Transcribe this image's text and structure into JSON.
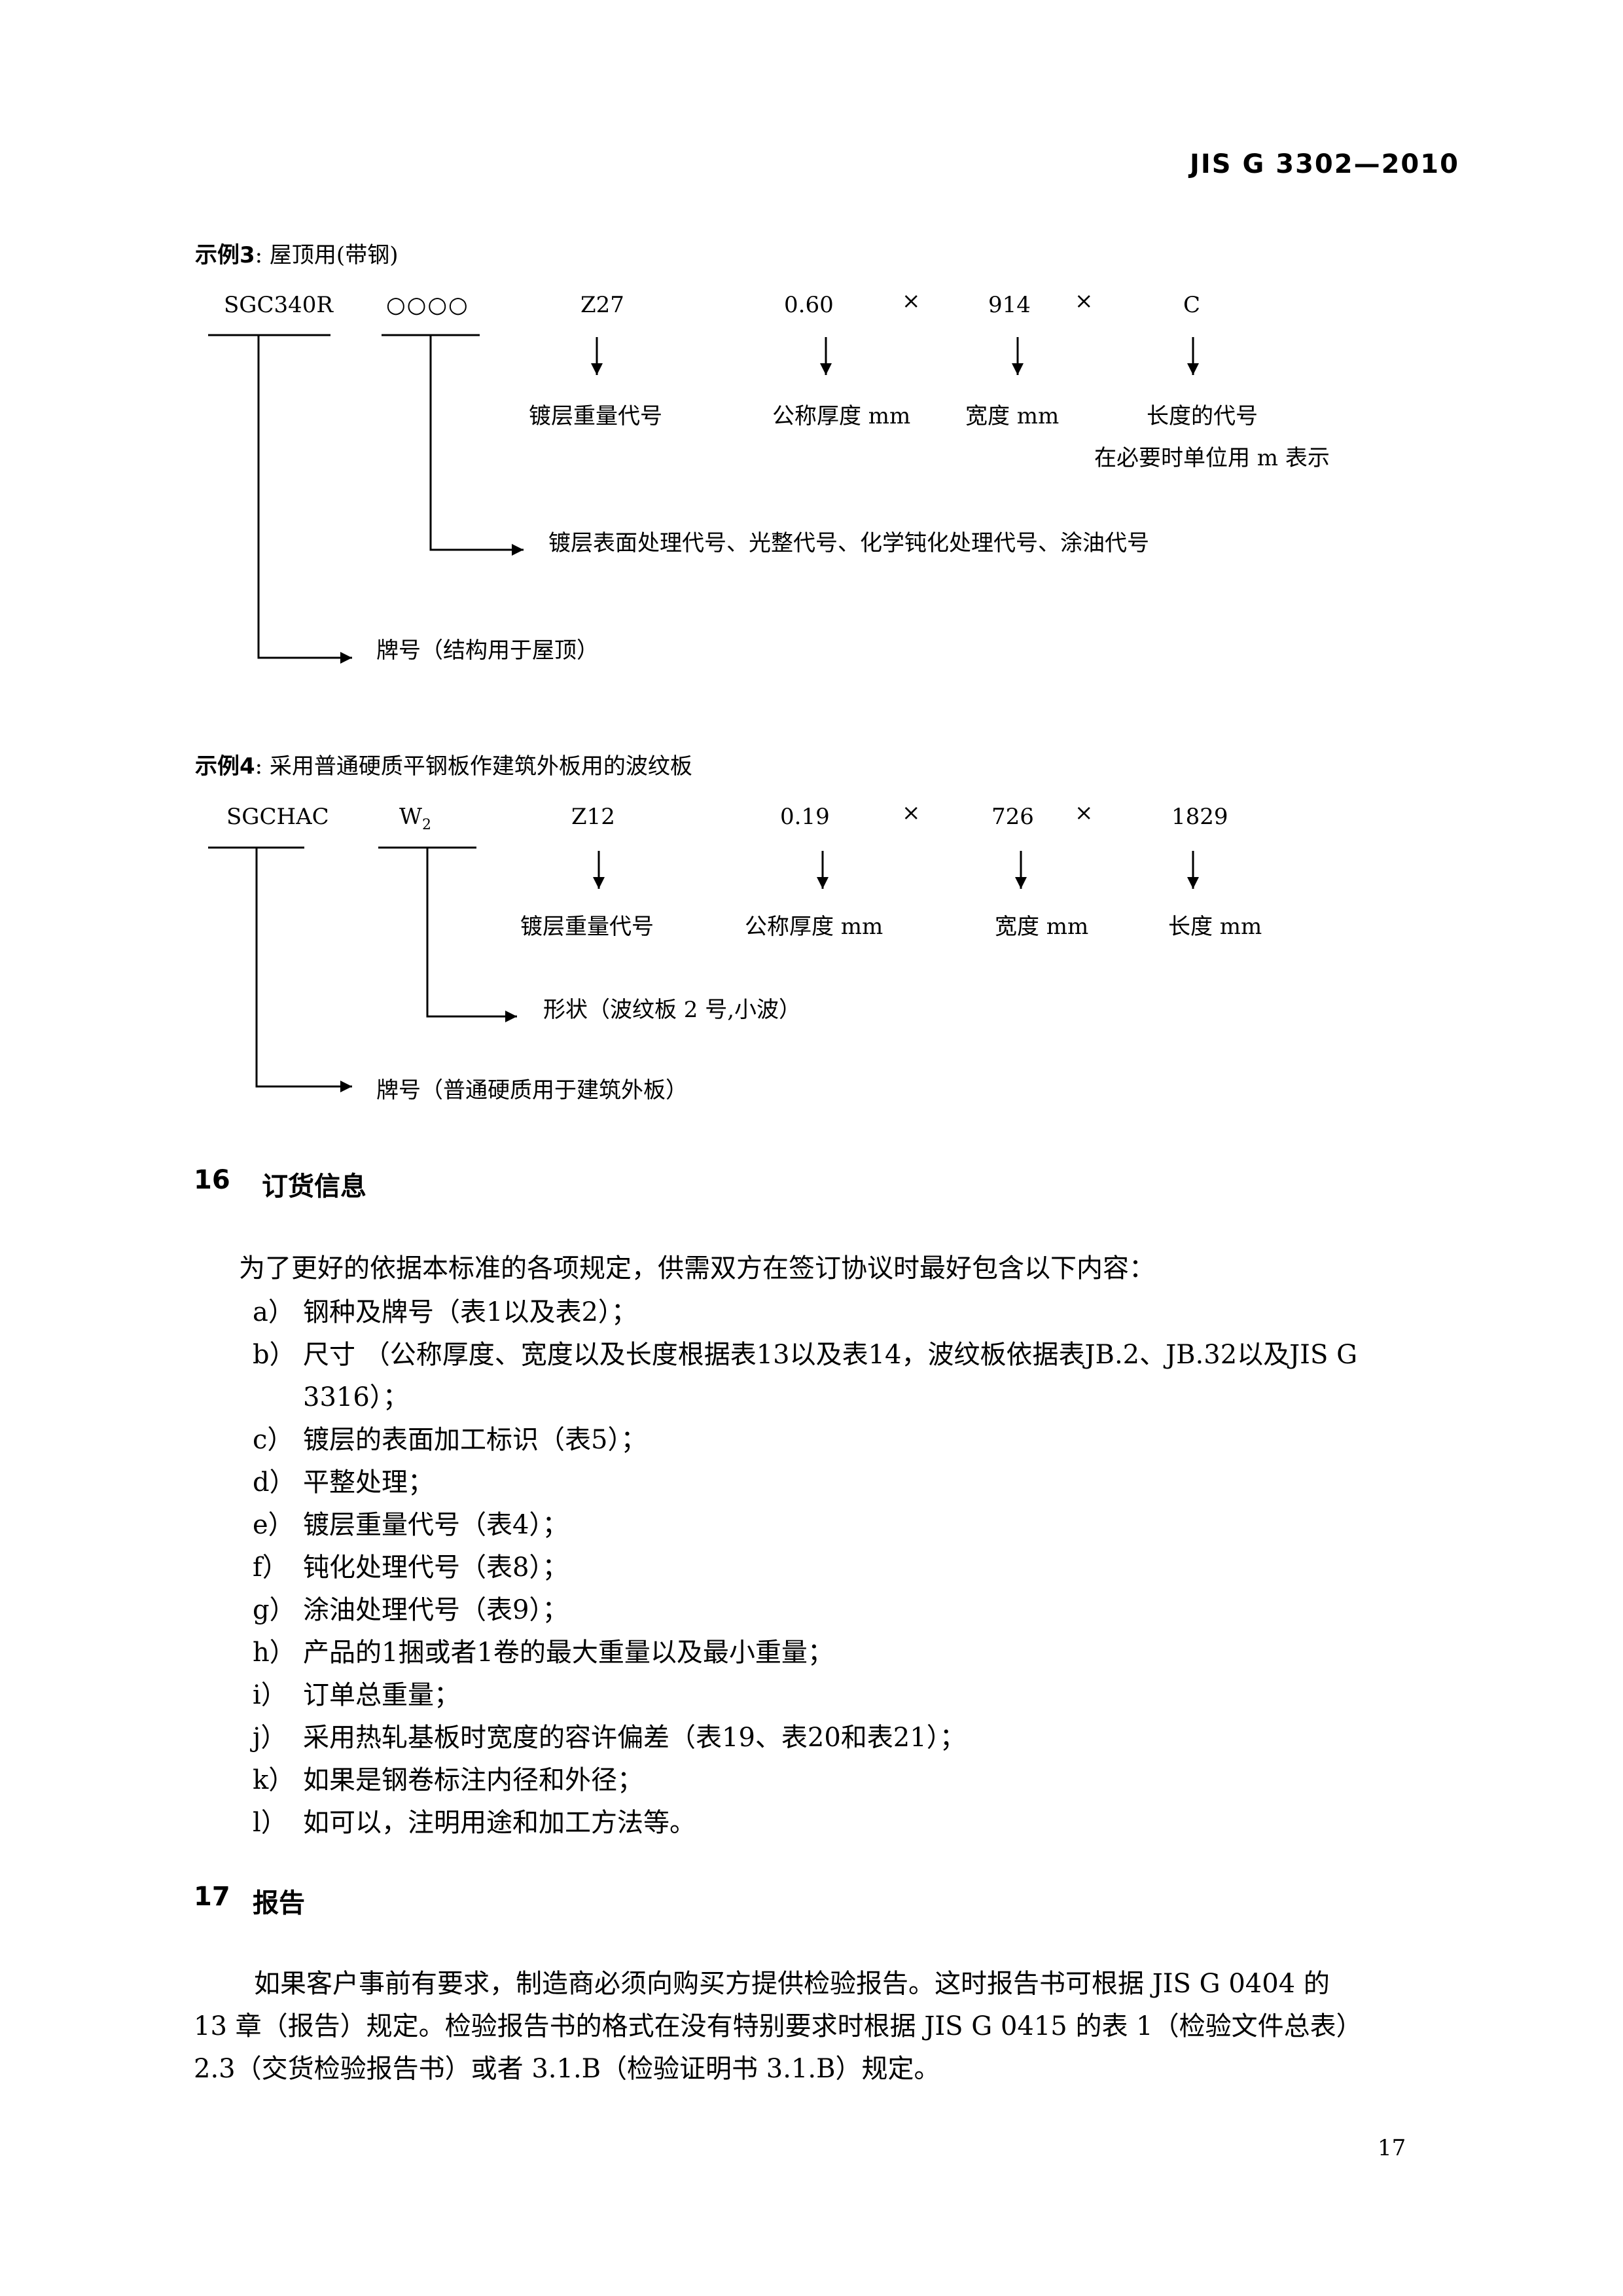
{
  "header": {
    "standard": "JIS G 3302—2010"
  },
  "example3": {
    "title_bold": "示例3",
    "title_rest": ": 屋顶用(带钢)",
    "codes": {
      "grade": "SGC340R",
      "surface": "○○○○",
      "coating": "Z27",
      "thickness": "0.60",
      "times1": "×",
      "width": "914",
      "times2": "×",
      "length": "C"
    },
    "labels": {
      "coating": "镀层重量代号",
      "thickness": "公称厚度 mm",
      "width": "宽度 mm",
      "length": "长度的代号",
      "length_note": "在必要时单位用 m 表示",
      "surface": "镀层表面处理代号、光整代号、化学钝化处理代号、涂油代号",
      "grade": "牌号（结构用于屋顶）"
    }
  },
  "example4": {
    "title_bold": "示例4",
    "title_rest": ": 采用普通硬质平钢板作建筑外板用的波纹板",
    "codes": {
      "grade": "SGCHAC",
      "shape": "W",
      "shape_sub": "2",
      "coating": "Z12",
      "thickness": "0.19",
      "times1": "×",
      "width": "726",
      "times2": "×",
      "length": "1829"
    },
    "labels": {
      "coating": "镀层重量代号",
      "thickness": "公称厚度 mm",
      "width": "宽度 mm",
      "length": "长度 mm",
      "shape": "形状（波纹板 2 号,小波）",
      "grade": "牌号（普通硬质用于建筑外板）"
    }
  },
  "section16": {
    "number": "16",
    "title": "订货信息",
    "intro": "为了更好的依据本标准的各项规定，供需双方在签订协议时最好包含以下内容：",
    "items": [
      {
        "marker": "a）",
        "text": "钢种及牌号（表1以及表2）；"
      },
      {
        "marker": "b）",
        "text": "尺寸 （公称厚度、宽度以及长度根据表13以及表14，波纹板依据表JB.2、JB.32以及JIS G",
        "cont": "3316）；"
      },
      {
        "marker": "c）",
        "text": "镀层的表面加工标识（表5）；"
      },
      {
        "marker": "d）",
        "text": "平整处理；"
      },
      {
        "marker": "e）",
        "text": "镀层重量代号（表4）；"
      },
      {
        "marker": "f）",
        "text": "钝化处理代号（表8）；"
      },
      {
        "marker": "g）",
        "text": "涂油处理代号（表9）；"
      },
      {
        "marker": "h）",
        "text": "产品的1捆或者1卷的最大重量以及最小重量；"
      },
      {
        "marker": "i）",
        "text": "订单总重量；"
      },
      {
        "marker": "j）",
        "text": "采用热轧基板时宽度的容许偏差（表19、表20和表21）；"
      },
      {
        "marker": "k）",
        "text": "如果是钢卷标注内径和外径；"
      },
      {
        "marker": "l）",
        "text": "如可以，注明用途和加工方法等。"
      }
    ]
  },
  "section17": {
    "number": "17",
    "title": "报告",
    "lines": [
      "如果客户事前有要求，制造商必须向购买方提供检验报告。这时报告书可根据 JIS G 0404 的",
      "13 章（报告）规定。检验报告书的格式在没有特别要求时根据 JIS G 0415 的表 1（检验文件总表）",
      "2.3（交货检验报告书）或者 3.1.B（检验证明书 3.1.B）规定。"
    ]
  },
  "footer": {
    "page_number": "17"
  }
}
